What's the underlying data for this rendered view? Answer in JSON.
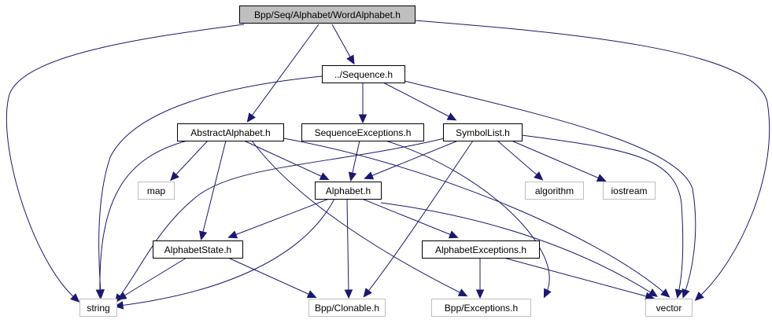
{
  "title": "Bpp/Seq/Alphabet/WordAlphabet.h",
  "colors": {
    "edge": "#191970",
    "root_fill": "#bfbfbf",
    "root_border": "#000000",
    "node_border": "#000000",
    "external_border": "#bfbfbf"
  },
  "nodes": [
    {
      "id": "root",
      "label": "Bpp/Seq/Alphabet/WordAlphabet.h",
      "kind": "root"
    },
    {
      "id": "sequence",
      "label": "../Sequence.h",
      "kind": "internal"
    },
    {
      "id": "abstractalphabet",
      "label": "AbstractAlphabet.h",
      "kind": "internal"
    },
    {
      "id": "seqexceptions",
      "label": "SequenceExceptions.h",
      "kind": "internal"
    },
    {
      "id": "symbollist",
      "label": "SymbolList.h",
      "kind": "internal"
    },
    {
      "id": "map",
      "label": "map",
      "kind": "external"
    },
    {
      "id": "alphabet",
      "label": "Alphabet.h",
      "kind": "internal"
    },
    {
      "id": "algorithm",
      "label": "algorithm",
      "kind": "external"
    },
    {
      "id": "iostream",
      "label": "iostream",
      "kind": "external"
    },
    {
      "id": "alphabetstate",
      "label": "AlphabetState.h",
      "kind": "internal"
    },
    {
      "id": "alphabetexceptions",
      "label": "AlphabetExceptions.h",
      "kind": "internal"
    },
    {
      "id": "string",
      "label": "string",
      "kind": "external"
    },
    {
      "id": "clonable",
      "label": "Bpp/Clonable.h",
      "kind": "external"
    },
    {
      "id": "exceptions",
      "label": "Bpp/Exceptions.h",
      "kind": "external"
    },
    {
      "id": "vector",
      "label": "vector",
      "kind": "external"
    }
  ],
  "edges": [
    {
      "from": "root",
      "to": "string"
    },
    {
      "from": "root",
      "to": "abstractalphabet"
    },
    {
      "from": "root",
      "to": "sequence"
    },
    {
      "from": "root",
      "to": "vector"
    },
    {
      "from": "sequence",
      "to": "string"
    },
    {
      "from": "sequence",
      "to": "seqexceptions"
    },
    {
      "from": "sequence",
      "to": "symbollist"
    },
    {
      "from": "sequence",
      "to": "vector"
    },
    {
      "from": "abstractalphabet",
      "to": "map"
    },
    {
      "from": "abstractalphabet",
      "to": "string"
    },
    {
      "from": "abstractalphabet",
      "to": "alphabetstate"
    },
    {
      "from": "abstractalphabet",
      "to": "alphabet"
    },
    {
      "from": "abstractalphabet",
      "to": "exceptions"
    },
    {
      "from": "abstractalphabet",
      "to": "vector"
    },
    {
      "from": "seqexceptions",
      "to": "alphabet"
    },
    {
      "from": "seqexceptions",
      "to": "exceptions"
    },
    {
      "from": "symbollist",
      "to": "alphabet"
    },
    {
      "from": "symbollist",
      "to": "string"
    },
    {
      "from": "symbollist",
      "to": "clonable"
    },
    {
      "from": "symbollist",
      "to": "algorithm"
    },
    {
      "from": "symbollist",
      "to": "iostream"
    },
    {
      "from": "symbollist",
      "to": "vector"
    },
    {
      "from": "alphabet",
      "to": "alphabetstate"
    },
    {
      "from": "alphabet",
      "to": "string"
    },
    {
      "from": "alphabet",
      "to": "clonable"
    },
    {
      "from": "alphabet",
      "to": "alphabetexceptions"
    },
    {
      "from": "alphabet",
      "to": "vector"
    },
    {
      "from": "alphabetstate",
      "to": "string"
    },
    {
      "from": "alphabetstate",
      "to": "clonable"
    },
    {
      "from": "alphabetexceptions",
      "to": "exceptions"
    },
    {
      "from": "alphabetexceptions",
      "to": "vector"
    }
  ]
}
